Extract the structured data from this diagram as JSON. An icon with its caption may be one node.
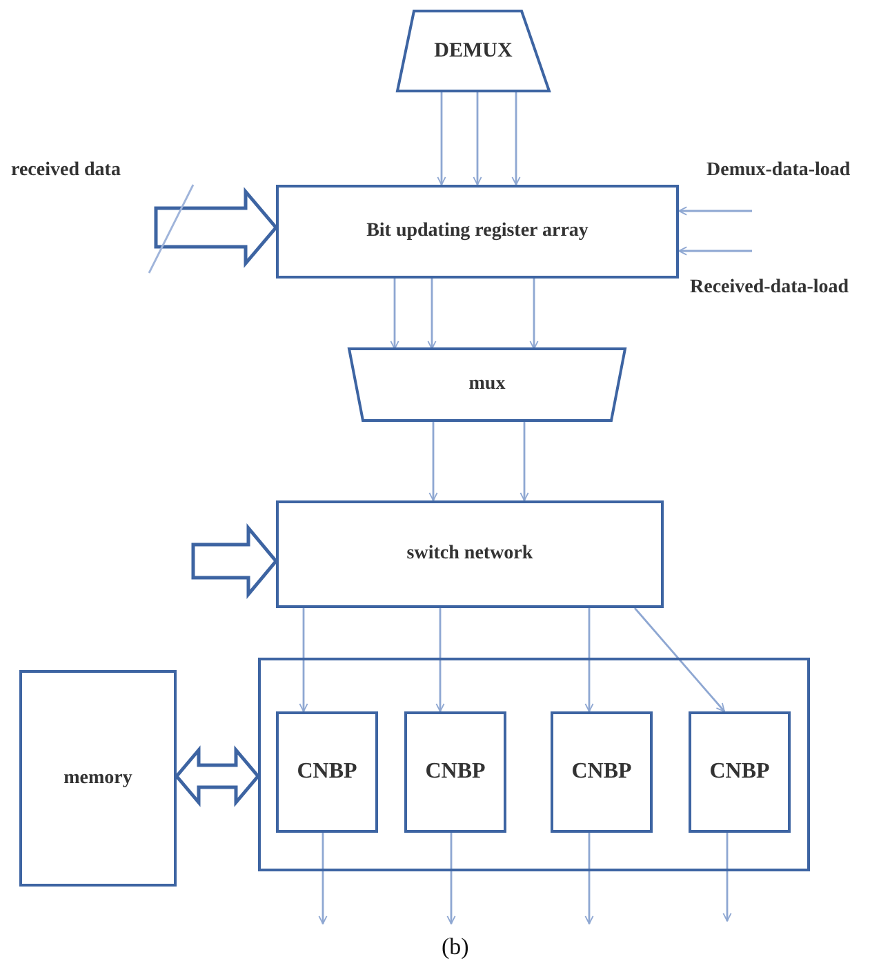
{
  "diagram": {
    "caption": "(b)",
    "nodes": [
      {
        "text": [
          "DEMUX"
        ]
      },
      {
        "text": [
          "Bit updating register array"
        ]
      },
      {
        "text": [
          "mux"
        ]
      },
      {
        "text": [
          "switch network"
        ]
      },
      {
        "text": [],
        "shape": "box"
      },
      {
        "text": [
          "CNBP"
        ],
        "in": 4
      },
      {
        "text": [
          "CNBP"
        ],
        "in": 4
      },
      {
        "text": [
          "CNBP"
        ],
        "in": 4
      },
      {
        "text": [
          "CNBP"
        ],
        "in": 4
      },
      {
        "text": [
          "memory"
        ]
      }
    ],
    "edges": [
      {
        "from": 0,
        "to": 1,
        "arrow": "to"
      },
      {
        "from": 0,
        "to": 1,
        "arrow": "to"
      },
      {
        "from": 0,
        "to": 1,
        "arrow": "to"
      },
      {
        "from": 1,
        "to": 2,
        "arrow": "to"
      },
      {
        "from": 1,
        "to": 2,
        "arrow": "to"
      },
      {
        "from": 1,
        "to": 2,
        "arrow": "to"
      },
      {
        "from": 2,
        "to": 3,
        "arrow": "to"
      },
      {
        "from": 2,
        "to": 3,
        "arrow": "to"
      },
      {
        "from": 3,
        "to": 5,
        "arrow": "to"
      },
      {
        "from": 3,
        "to": 6,
        "arrow": "to"
      },
      {
        "from": 3,
        "to": 7,
        "arrow": "to"
      },
      {
        "from": 3,
        "to": 8,
        "arrow": "to"
      },
      {
        "from": 5,
        "to": null,
        "arrow": "to"
      },
      {
        "from": 6,
        "to": null,
        "arrow": "to"
      },
      {
        "from": 7,
        "to": null,
        "arrow": "to"
      },
      {
        "from": 8,
        "to": null,
        "arrow": "to"
      },
      {
        "from": null,
        "to": 1,
        "arrow": "to",
        "style": "thick"
      },
      {
        "from": null,
        "to": 1,
        "arrow": "to"
      },
      {
        "from": null,
        "to": 1,
        "arrow": "to"
      },
      {
        "from": null,
        "to": 3,
        "arrow": "to",
        "style": "thick"
      },
      {
        "from": 9,
        "to": 4,
        "arrow": "both",
        "style": "thick"
      }
    ],
    "labels": [
      "received data",
      "Demux-data-load",
      "Received-data-load"
    ]
  }
}
